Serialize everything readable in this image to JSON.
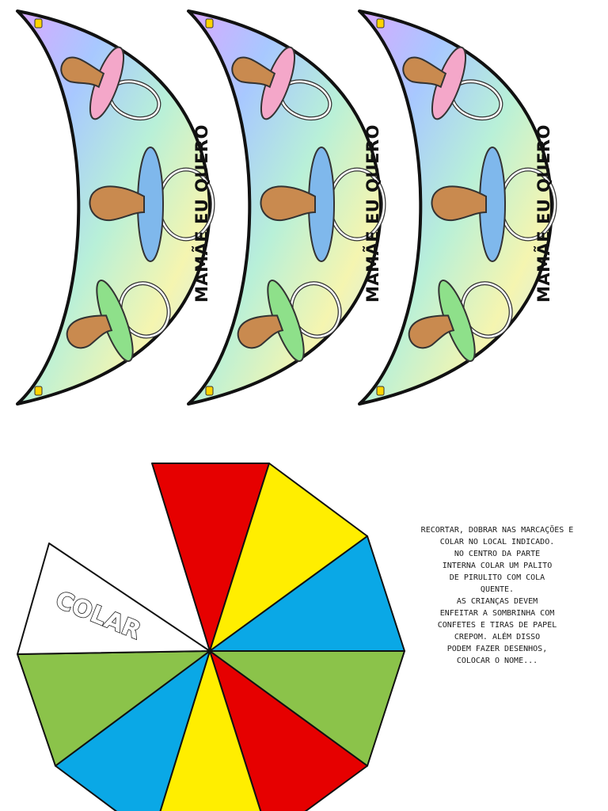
{
  "crescent_label": "MAMÃE EU QUERO",
  "crescent_count": 3,
  "pacifier_colors": [
    "#f4a7c9",
    "#7fb8ec",
    "#8ee08a"
  ],
  "umbrella": {
    "glue_label": "COLAR",
    "panel_colors": [
      "#e60000",
      "#ffee00",
      "#0aa8e6",
      "#8bc34a",
      "#e60000",
      "#ffee00",
      "#0aa8e6",
      "#8bc34a",
      "#ffffff"
    ]
  },
  "instructions": [
    "RECORTAR, DOBRAR NAS MARCAÇÕES E",
    "COLAR NO LOCAL INDICADO.",
    "NO CENTRO DA PARTE",
    "INTERNA COLAR UM PALITO",
    "DE PIRULITO COM COLA",
    "QUENTE.",
    "AS CRIANÇAS DEVEM",
    "ENFEITAR A SOMBRINHA COM",
    "CONFETES E TIRAS DE PAPEL",
    "CREPOM. ALÉM DISSO",
    "PODEM FAZER DESENHOS,",
    "COLOCAR O NOME..."
  ]
}
